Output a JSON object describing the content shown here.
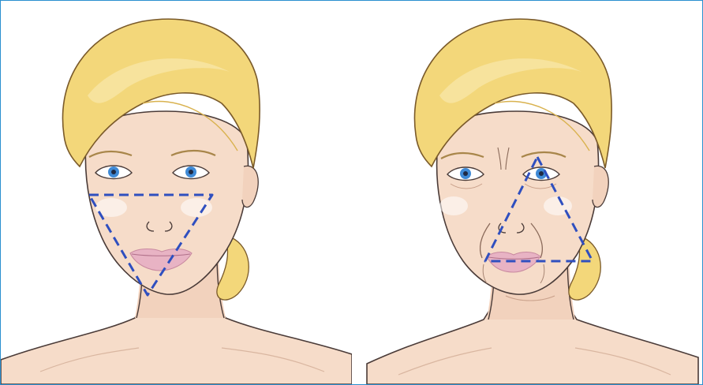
{
  "figure": {
    "panels": [
      {
        "id": "youthful-face",
        "triangle_orientation": "inverted",
        "triangle_stroke": "#2f4fbf"
      },
      {
        "id": "aged-face",
        "triangle_orientation": "upright",
        "triangle_stroke": "#2f4fbf"
      }
    ],
    "colors": {
      "frame": "#2a8fd0",
      "skin": "#f6dcc9",
      "skin_shade": "#eac2a8",
      "hair": "#f3d77a",
      "hair_shade": "#d9b24f",
      "hair_outline": "#7a5a2a",
      "eye": "#3f8ad6",
      "lips": "#e8b3c4",
      "outline": "#4a3b38"
    }
  }
}
